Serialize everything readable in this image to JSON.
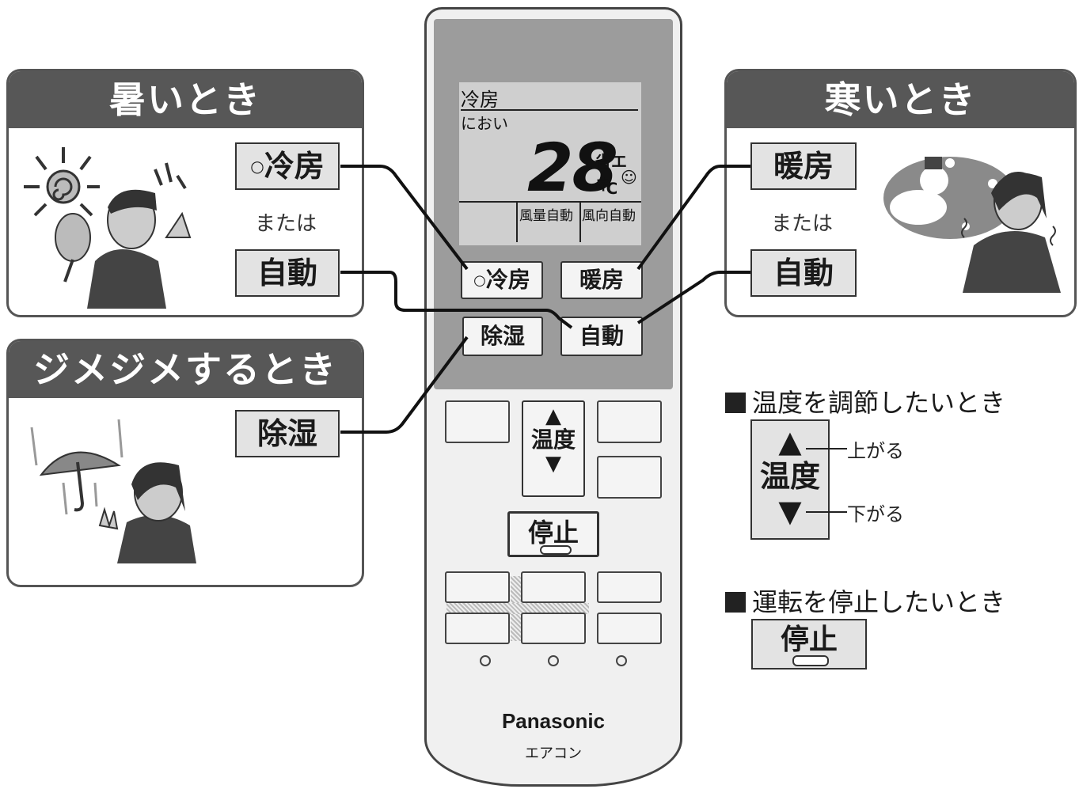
{
  "panels": {
    "hot": {
      "title": "暑いとき",
      "btn_primary": "冷房",
      "or": "または",
      "btn_secondary": "自動"
    },
    "cold": {
      "title": "寒いとき",
      "btn_primary": "暖房",
      "or": "または",
      "btn_secondary": "自動"
    },
    "humid": {
      "title": "ジメジメするとき",
      "btn_primary": "除湿"
    }
  },
  "remote": {
    "lcd": {
      "mode": "冷房",
      "sub_mode": "におい",
      "temperature": "28",
      "unit": "℃",
      "eco": "省エネ",
      "fan": "風量自動",
      "direction": "風向自動"
    },
    "buttons": {
      "cool": "冷房",
      "heat": "暖房",
      "dry": "除湿",
      "auto": "自動",
      "temp_label": "温度",
      "stop": "停止"
    },
    "brand": "Panasonic",
    "product": "エアコン"
  },
  "info": {
    "temp_title": "温度を調節したいとき",
    "temp_label": "温度",
    "up": "上がる",
    "down": "下がる",
    "stop_title": "運転を停止したいとき",
    "stop_label": "停止"
  }
}
